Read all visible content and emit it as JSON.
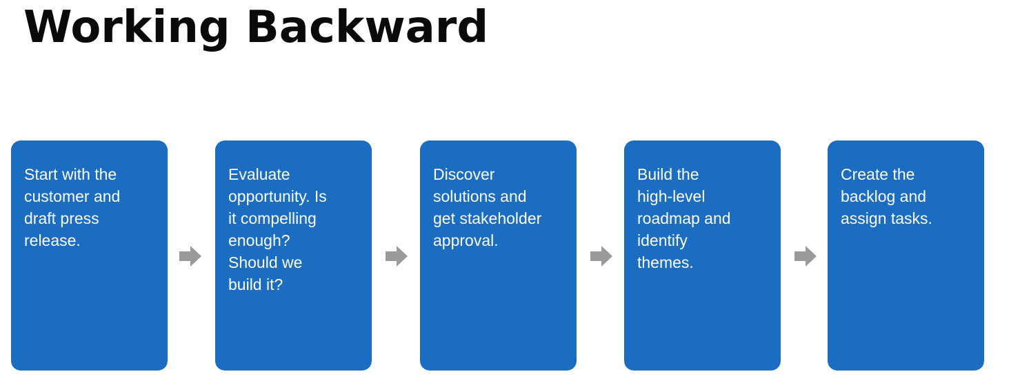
{
  "title": "Working Backward",
  "colors": {
    "box_fill": "#1b6dc1",
    "box_text": "#ffffff",
    "arrow": "#9a9a9a",
    "title": "#0a0a0a"
  },
  "steps": [
    {
      "text": "Start with the\ncustomer and\ndraft press\nrelease."
    },
    {
      "text": "Evaluate\nopportunity. Is\nit compelling\nenough?\nShould we\nbuild it?"
    },
    {
      "text": "Discover\nsolutions and\nget stakeholder\napproval."
    },
    {
      "text": "Build the\nhigh-level\nroadmap and\nidentify\nthemes."
    },
    {
      "text": "Create the\nbacklog and\nassign tasks."
    }
  ],
  "connectors": [
    {
      "icon": "right-arrow-icon"
    },
    {
      "icon": "right-arrow-icon"
    },
    {
      "icon": "right-arrow-icon"
    },
    {
      "icon": "right-arrow-icon"
    }
  ]
}
